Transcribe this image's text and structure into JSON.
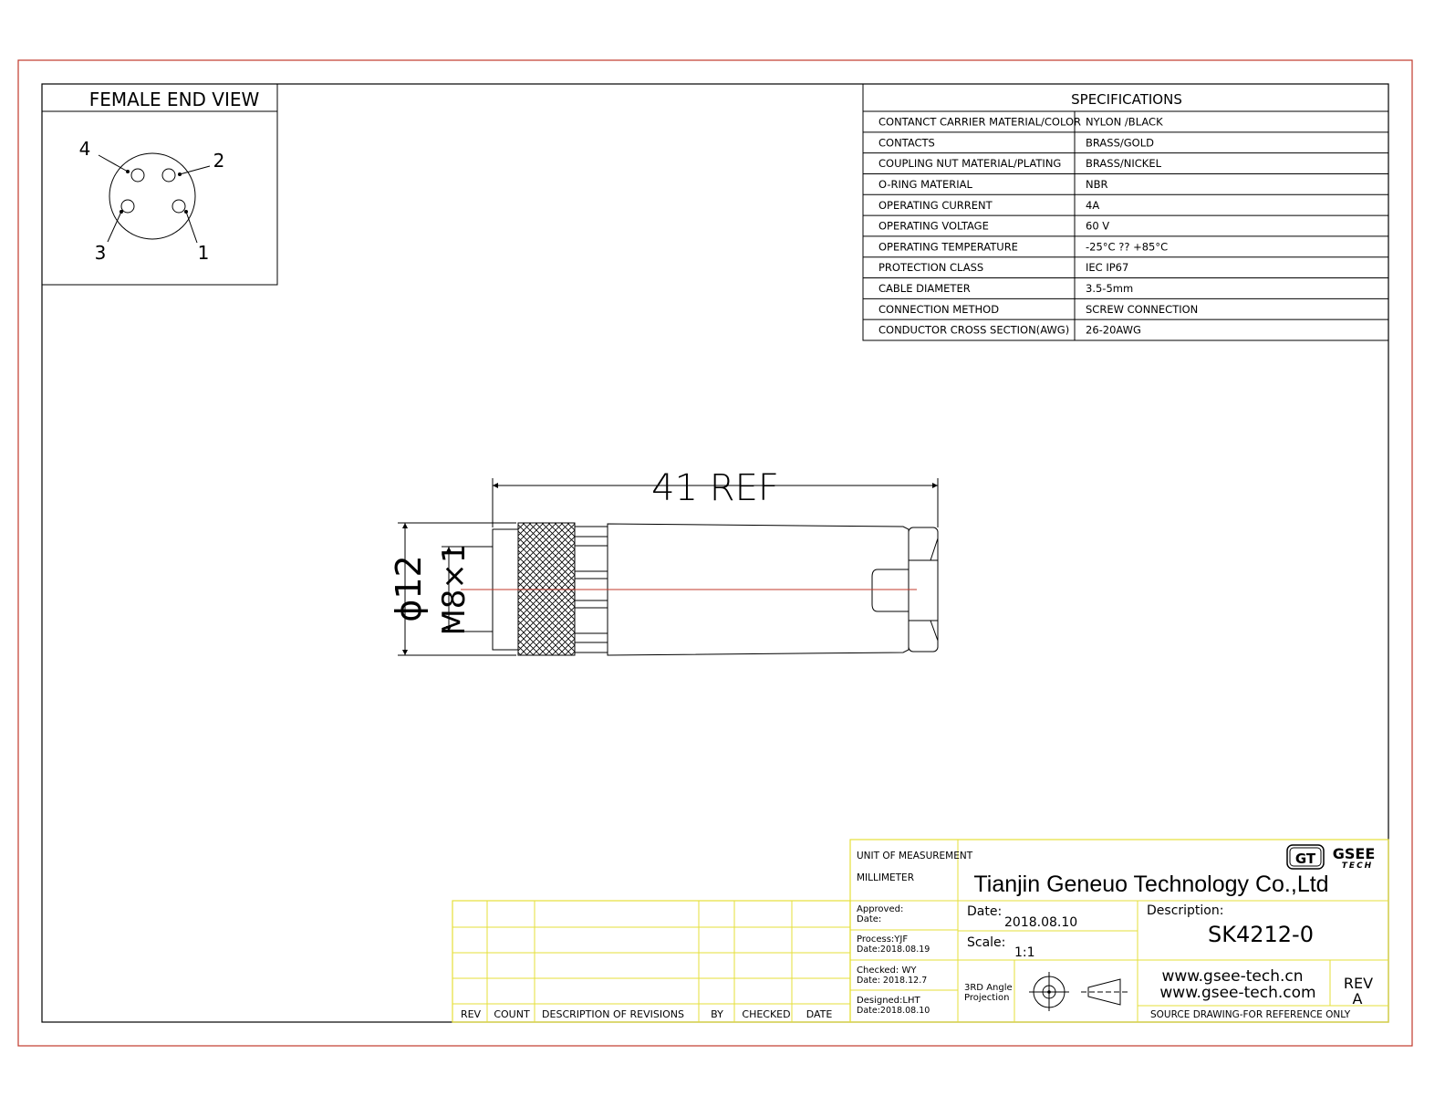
{
  "female_end_view": {
    "title": "FEMALE END VIEW",
    "pins": [
      "1",
      "2",
      "3",
      "4"
    ]
  },
  "specifications": {
    "title": "SPECIFICATIONS",
    "rows": [
      {
        "label": "CONTANCT CARRIER MATERIAL/COLOR",
        "value": "NYLON /BLACK"
      },
      {
        "label": "CONTACTS",
        "value": "BRASS/GOLD"
      },
      {
        "label": "COUPLING NUT MATERIAL/PLATING",
        "value": "BRASS/NICKEL"
      },
      {
        "label": "O-RING MATERIAL",
        "value": "NBR"
      },
      {
        "label": "OPERATING CURRENT",
        "value": "4A"
      },
      {
        "label": "OPERATING VOLTAGE",
        "value": "60 V"
      },
      {
        "label": "OPERATING TEMPERATURE",
        "value": "-25°C ?? +85°C"
      },
      {
        "label": "PROTECTION CLASS",
        "value": "IEC  IP67"
      },
      {
        "label": "CABLE  DIAMETER",
        "value": "3.5-5mm"
      },
      {
        "label": "CONNECTION  METHOD",
        "value": "SCREW  CONNECTION"
      },
      {
        "label": "CONDUCTOR  CROSS  SECTION(AWG)",
        "value": "26-20AWG"
      }
    ]
  },
  "dimensions": {
    "length": "41 REF",
    "diameter": "ϕ12",
    "thread": "M8×1"
  },
  "revisions": {
    "headers": [
      "REV",
      "COUNT",
      "DESCRIPTION  OF  REVISIONS",
      "BY",
      "CHECKED",
      "DATE"
    ]
  },
  "title_block": {
    "unit_label": "UNIT OF MEASUREMENT",
    "unit_value": "MILLIMETER",
    "company": "Tianjin Geneuo Technology Co.,Ltd",
    "logo_mark": "GT",
    "logo_name": "GSEE",
    "logo_sub": "TECH",
    "approved_label": "Approved:",
    "approved_date_label": "Date:",
    "process": "Process:YJF",
    "process_date": "Date:2018.08.19",
    "checked": "Checked: WY",
    "checked_date": "Date:   2018.12.7",
    "designed": "Designed:LHT",
    "designed_date": "Date:2018.08.10",
    "date_label": "Date:",
    "date_value": "2018.08.10",
    "scale_label": "Scale:",
    "scale_value": "1:1",
    "projection_line1": "3RD Angle",
    "projection_line2": "Projection",
    "description_label": "Description:",
    "description_value": "SK4212-0",
    "website_cn": "www.gsee-tech.cn",
    "website_com": "www.gsee-tech.com",
    "rev_label": "REV",
    "rev_value": "A",
    "source_note": "SOURCE DRAWING-FOR REFERENCE ONLY"
  },
  "colors": {
    "border_red": "#c0392b",
    "title_block_yellow": "#e6df3a",
    "axis_red": "#c0392b"
  }
}
